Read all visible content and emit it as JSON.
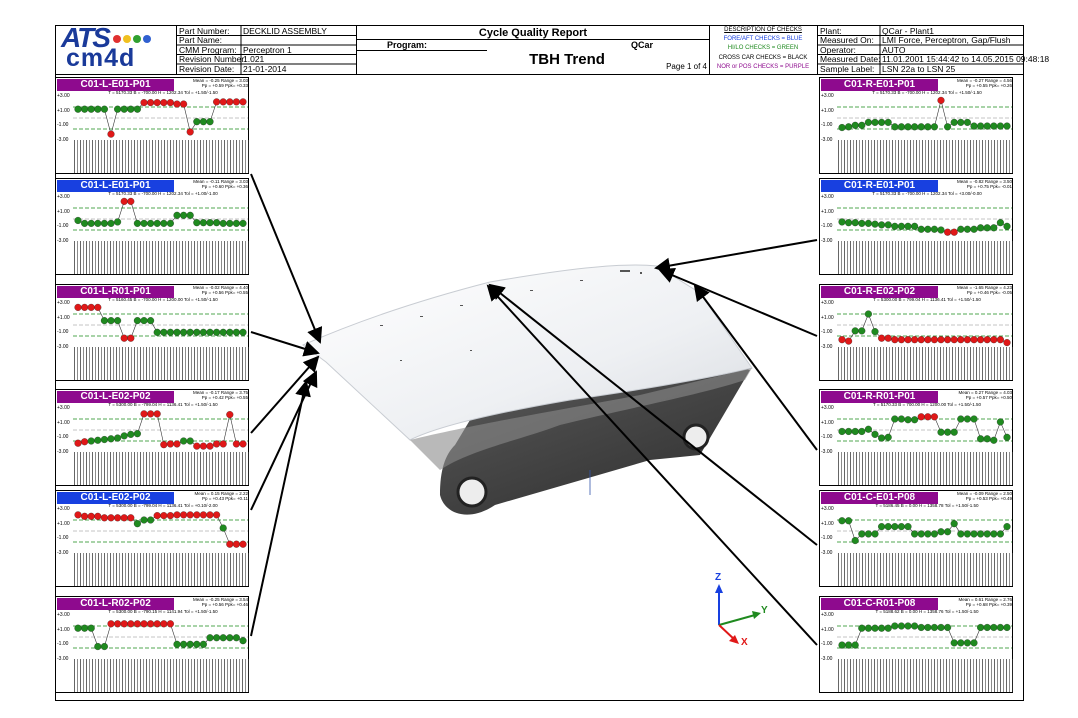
{
  "header": {
    "logo_top": "ATS",
    "logo_bottom": "cm4d",
    "part_number_label": "Part Number:",
    "part_number_value": "DECKLID ASSEMBLY",
    "part_name_label": "Part Name:",
    "part_name_value": "",
    "cmm_program_label": "CMM Program:",
    "cmm_program_value": "Perceptron 1",
    "revision_number_label": "Revision Number:",
    "revision_number_value": "1.021",
    "revision_date_label": "Revision Date:",
    "revision_date_value": "21-01-2014",
    "report_title": "Cycle Quality Report",
    "program_label": "Program:",
    "program_value": "QCar",
    "trend_title": "TBH Trend",
    "page": "Page 1 of 4",
    "checks_title": "DESCRIPTION OF CHECKS",
    "check_foreaft": "FORE/AFT CHECKS = BLUE",
    "check_hilo": "HI/LO CHECKS = GREEN",
    "check_crosscar": "CROSS CAR CHECKS = BLACK",
    "check_nor": "NOR or POS CHECKS = PURPLE",
    "plant_label": "Plant:",
    "plant_value": "QCar - Plant1",
    "measured_on_label": "Measured On:",
    "measured_on_value": "LMI Force, Perceptron, Gap/Flush",
    "operator_label": "Operator:",
    "operator_value": "AUTO",
    "measured_date_label": "Measured Date:",
    "measured_date_value": "11.01.2001 15:44:42 to 14.05.2015 09:48:18",
    "sample_label_label": "Sample Label:",
    "sample_label_value": "LSN 22a to LSN 25"
  },
  "axes_labels": {
    "top": "+3.00",
    "upper": "+1.00",
    "lower": "-1.00",
    "bottom": "-3.00"
  },
  "triad": {
    "z": "Z",
    "y": "Y",
    "x": "X"
  },
  "colors": {
    "purple": "#8e0a8e",
    "blue": "#1840e0",
    "green": "#1f8a1f",
    "red": "#e01818",
    "grey": "#666677",
    "tol": "#1a8a1a"
  },
  "panels": [
    {
      "id": "C01-L-E01-P01",
      "color": "purple",
      "stats": "Mean = -0.25  Range = 3.03",
      "stats2": "Pp = +0.59  Ppk= +0.33",
      "tol": "T = 5170.33  B = -700.00  H = 1202.34  Tol = +1.50/-1.50",
      "vals": [
        1.2,
        1.2,
        1.2,
        1.2,
        1.2,
        -2.2,
        1.2,
        1.2,
        1.2,
        1.2,
        2.1,
        2.1,
        2.1,
        2.1,
        2.1,
        1.9,
        1.9,
        -1.9,
        -0.5,
        -0.5,
        -0.5,
        2.2,
        2.2,
        2.2,
        2.2,
        2.2
      ]
    },
    {
      "id": "C01-L-E01-P01",
      "color": "blue",
      "stats": "Mean = -0.11  Range = 3.03",
      "stats2": "Pp = +0.60  Ppk= +0.36",
      "tol": "T = 5170.33  B = -700.00  H = 1202.34  Tol = +1.00/-1.00",
      "vals": [
        -0.2,
        -0.6,
        -0.6,
        -0.6,
        -0.6,
        -0.6,
        -0.4,
        2.4,
        2.4,
        -0.6,
        -0.6,
        -0.6,
        -0.6,
        -0.6,
        -0.6,
        0.5,
        0.5,
        0.5,
        -0.5,
        -0.5,
        -0.5,
        -0.5,
        -0.6,
        -0.6,
        -0.6,
        -0.6
      ]
    },
    {
      "id": "C01-L-R01-P01",
      "color": "purple",
      "stats": "Mean = -0.02  Range = 4.40",
      "stats2": "Pp = +0.56  Ppk= +0.55",
      "tol": "T = 5160.45  B = -700.00  H = 1200.00  Tol = +1.50/-1.50",
      "vals": [
        2.4,
        2.4,
        2.4,
        2.4,
        0.6,
        0.6,
        0.6,
        -1.8,
        -1.8,
        0.6,
        0.6,
        0.6,
        -1.0,
        -1.0,
        -1.0,
        -1.0,
        -1.0,
        -1.0,
        -1.0,
        -1.0,
        -1.0,
        -1.0,
        -1.0,
        -1.0,
        -1.0,
        -1.0
      ]
    },
    {
      "id": "C01-L-E02-P02",
      "color": "purple",
      "stats": "Mean = -0.17  Range = 3.75",
      "stats2": "Pp = +0.42  Ppk= +0.55",
      "tol": "T = 5300.00  B = -799.04  H = 1136.41  Tol = +1.50/-1.50",
      "vals": [
        -1.8,
        -1.6,
        -1.5,
        -1.4,
        -1.3,
        -1.2,
        -1.1,
        -0.8,
        -0.6,
        -0.5,
        2.2,
        2.2,
        2.2,
        -2.0,
        -1.9,
        -1.9,
        -1.5,
        -1.5,
        -2.2,
        -2.2,
        -2.2,
        -1.9,
        -1.9,
        2.1,
        -1.9,
        -1.9
      ]
    },
    {
      "id": "C01-L-E02-P02",
      "color": "blue",
      "stats": "Mean = 0.15  Range = 2.22",
      "stats2": "Pp = +0.43  Ppk= +0.11",
      "tol": "T = 5300.00  B = -799.04  H = 1136.41  Tol = +0.10/-2.00",
      "vals": [
        2.2,
        2.0,
        2.0,
        2.0,
        1.8,
        1.8,
        1.8,
        1.8,
        1.8,
        1.0,
        1.5,
        1.5,
        2.1,
        2.1,
        2.1,
        2.2,
        2.2,
        2.2,
        2.2,
        2.2,
        2.2,
        2.2,
        0.4,
        -1.8,
        -1.8,
        -1.8
      ]
    },
    {
      "id": "C01-L-R02-P02",
      "color": "purple",
      "stats": "Mean = -0.25  Range = 3.54",
      "stats2": "Pp = +0.56  Ppk= +0.46",
      "tol": "T = 5300.00  B = -790.15  H = 1141.94  Tol = +1.50/-1.50",
      "vals": [
        1.2,
        1.2,
        1.2,
        -1.3,
        -1.3,
        1.8,
        1.8,
        1.8,
        1.8,
        1.8,
        1.8,
        1.8,
        1.8,
        1.8,
        1.8,
        -1.0,
        -1.0,
        -1.0,
        -1.0,
        -1.0,
        -0.1,
        -0.1,
        -0.1,
        -0.1,
        -0.1,
        -0.5
      ]
    },
    {
      "id": "C01-R-E01-P01",
      "color": "purple",
      "stats": "Mean = -0.27  Range = 4.56",
      "stats2": "Pp = +0.55  Ppk= +0.26",
      "tol": "T = 5170.33  B = -700.00  H = 1202.34  Tol = +1.50/-1.50",
      "vals": [
        -1.3,
        -1.2,
        -1.0,
        -1.0,
        -0.6,
        -0.6,
        -0.6,
        -0.6,
        -1.2,
        -1.2,
        -1.2,
        -1.2,
        -1.2,
        -1.2,
        -1.2,
        2.4,
        -1.2,
        -0.6,
        -0.6,
        -0.6,
        -1.1,
        -1.1,
        -1.1,
        -1.1,
        -1.1,
        -1.1
      ]
    },
    {
      "id": "C01-R-E01-P01",
      "color": "blue",
      "stats": "Mean = -0.82  Range = 3.50",
      "stats2": "Pp = +0.75  Ppk= -0.01",
      "tol": "T = 5170.33  B = -700.00  H = 1202.34  Tol = +3.00/-0.00",
      "vals": [
        -0.4,
        -0.5,
        -0.5,
        -0.6,
        -0.6,
        -0.7,
        -0.8,
        -0.8,
        -1.0,
        -1.0,
        -1.0,
        -1.0,
        -1.4,
        -1.4,
        -1.4,
        -1.5,
        -1.8,
        -1.8,
        -1.4,
        -1.4,
        -1.4,
        -1.2,
        -1.2,
        -1.2,
        -0.5,
        -1.0
      ]
    },
    {
      "id": "C01-R-E02-P02",
      "color": "purple",
      "stats": "Mean = -1.65  Range = 4.23",
      "stats2": "Pp = +0.46  Ppk= -0.05",
      "tol": "T = 5300.00  B = 799.04  H = 1136.41  Tol = +1.50/-1.50",
      "vals": [
        -2.0,
        -2.2,
        -0.8,
        -0.8,
        1.5,
        -0.9,
        -1.8,
        -1.8,
        -2.0,
        -2.0,
        -2.0,
        -2.0,
        -2.0,
        -2.0,
        -2.0,
        -2.0,
        -2.0,
        -2.0,
        -2.0,
        -2.0,
        -2.0,
        -2.0,
        -2.0,
        -2.0,
        -2.0,
        -2.4
      ]
    },
    {
      "id": "C01-R-R01-P01",
      "color": "purple",
      "stats": "Mean = 0.27  Range = 4.03",
      "stats2": "Pp = +0.57  Ppk= +0.50",
      "tol": "T = 5170.33  B = 700.00  H = 1200.00  Tol = +1.50/-1.50",
      "vals": [
        -0.2,
        -0.2,
        -0.2,
        -0.2,
        0.1,
        -0.6,
        -1.1,
        -1.0,
        1.5,
        1.5,
        1.4,
        1.4,
        1.8,
        1.8,
        1.8,
        -0.3,
        -0.3,
        -0.3,
        1.5,
        1.5,
        1.5,
        -1.2,
        -1.2,
        -1.4,
        1.1,
        -1.0
      ]
    },
    {
      "id": "C01-C-E01-P08",
      "color": "purple",
      "stats": "Mean = -0.09  Range = 2.50",
      "stats2": "Pp = +0.53  Ppk= +0.49",
      "tol": "T = 5186.45  B = 0.00  H = 1358.78  Tol = +1.50/-1.50",
      "vals": [
        1.4,
        1.4,
        -1.3,
        -0.4,
        -0.4,
        -0.4,
        0.6,
        0.6,
        0.6,
        0.6,
        0.6,
        -0.4,
        -0.4,
        -0.4,
        -0.4,
        -0.1,
        -0.1,
        1.0,
        -0.4,
        -0.4,
        -0.4,
        -0.4,
        -0.4,
        -0.4,
        -0.4,
        0.6
      ]
    },
    {
      "id": "C01-C-R01-P08",
      "color": "purple",
      "stats": "Mean = 0.61  Range = 2.76",
      "stats2": "Pp = +0.68  Ppk= +0.39",
      "tol": "T = 5188.62  B = 0.00  H = 1358.76  Tol = +1.50/-1.50",
      "vals": [
        -1.1,
        -1.1,
        -1.1,
        1.2,
        1.2,
        1.2,
        1.2,
        1.2,
        1.5,
        1.5,
        1.5,
        1.5,
        1.3,
        1.3,
        1.3,
        1.3,
        1.3,
        -0.8,
        -0.8,
        -0.8,
        -0.8,
        1.3,
        1.3,
        1.3,
        1.3,
        1.3
      ]
    }
  ]
}
